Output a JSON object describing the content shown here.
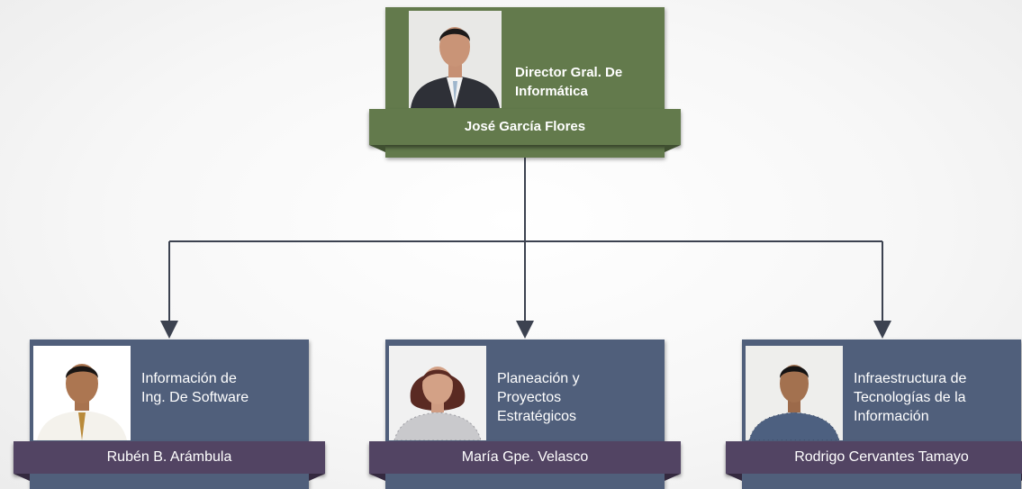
{
  "colors": {
    "head_green": "#637a4c",
    "child_blue": "#505f7b",
    "ribbon_purple": "#524463",
    "connector": "#3c4250"
  },
  "top": {
    "title_lines": [
      "Director Gral. De",
      "Informática"
    ],
    "name": "José García Flores"
  },
  "children": [
    {
      "title_lines": [
        "Información de",
        "Ing. De Software"
      ],
      "name": "Rubén B. Arámbula"
    },
    {
      "title_lines": [
        "Planeación y",
        "Proyectos",
        "Estratégicos"
      ],
      "name": "María Gpe. Velasco"
    },
    {
      "title_lines": [
        "Infraestructura de",
        "Tecnologías de la",
        "Información"
      ],
      "name": "Rodrigo Cervantes Tamayo"
    }
  ]
}
